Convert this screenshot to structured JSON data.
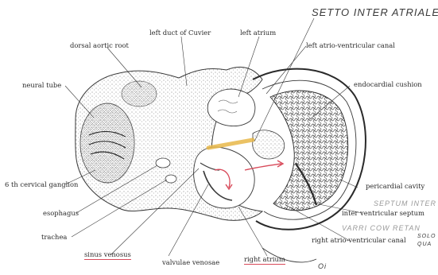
{
  "labels": {
    "left_duct_of_cuvier": "left duct of Cuvier",
    "left_atrium": "left atrium",
    "dorsal_aortic_root": "dorsal aortic root",
    "left_atrio_ventricular_canal": "left atrio-ventricular canal",
    "neural_tube": "neural tube",
    "endocardial_cushion": "endocardial cushion",
    "sixth_cervical_ganglion": "6 th cervical ganglion",
    "pericardial_cavity": "pericardial cavity",
    "esophagus": "esophagus",
    "interventricular_septum": "inter ventricular septum",
    "trachea": "trachea",
    "right_atrio_ventricular_canal": "right atrio-ventricular canal",
    "sinus_venosus": "sinus venosus",
    "valvulae_venosae": "valvulae venosae",
    "right_atrium": "right atrium"
  },
  "handwritten": {
    "setto_inter_atriale": "SETTO INTER ATRIALE",
    "septum_inter_faint": "SEPTUM INTER",
    "valves_faint": "VARRI COW RETAN",
    "so_lo": "SOLO",
    "qua": "QUA",
    "oi": "Oi"
  },
  "colors": {
    "ink": "#2a2a2a",
    "stipple": "#6a6a6a",
    "highlight_yellow": "#e8b84a",
    "annotation_red": "#d84a5a",
    "annotation_pink": "#e88aa0"
  }
}
